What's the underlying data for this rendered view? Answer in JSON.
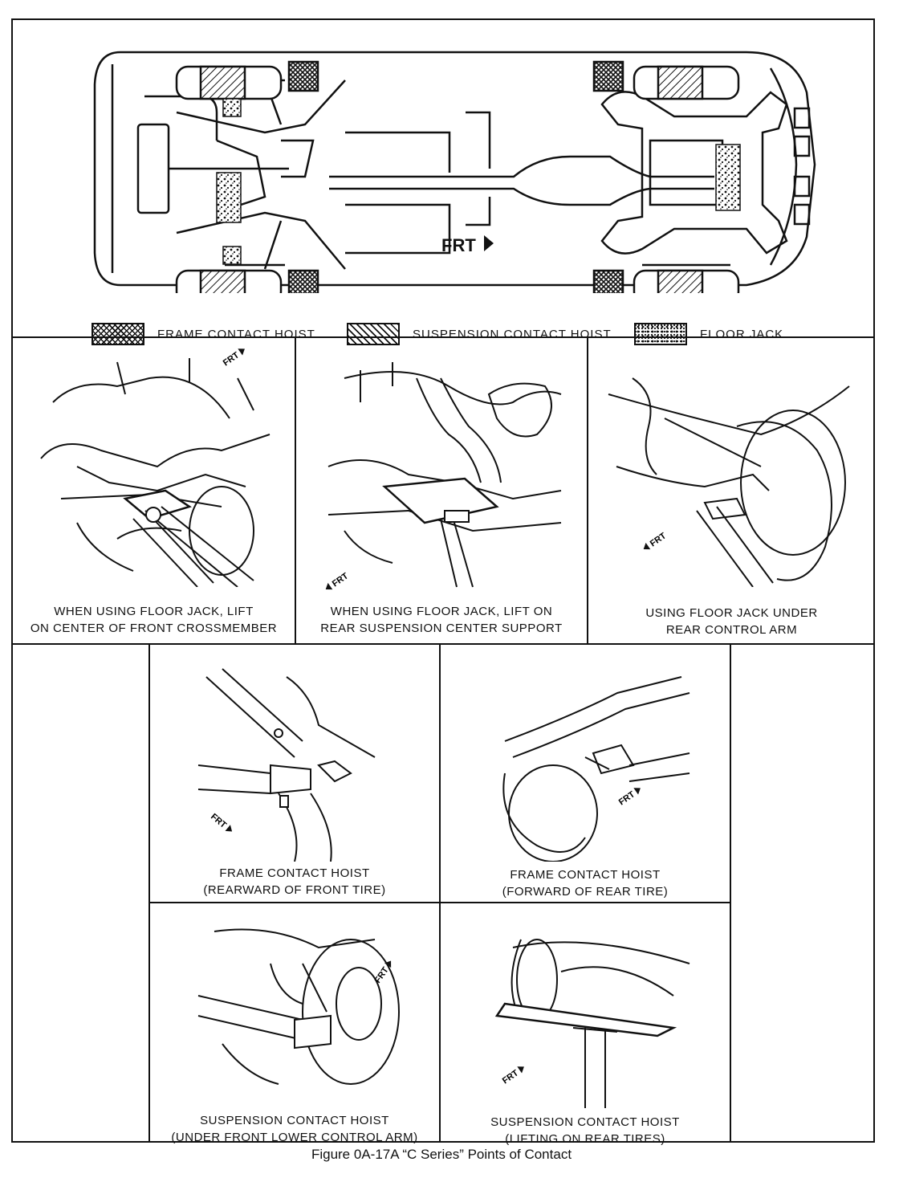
{
  "legend": {
    "frame_contact": "FRAME CONTACT HOIST",
    "suspension_contact": "SUSPENSION CONTACT HOIST",
    "floor_jack": "FLOOR JACK"
  },
  "top_view": {
    "front_marker": "FRT"
  },
  "panels": {
    "front_crossmember": {
      "line1": "WHEN USING FLOOR JACK, LIFT",
      "line2": "ON CENTER OF FRONT CROSSMEMBER",
      "marker": "FRT"
    },
    "rear_center_support": {
      "line1": "WHEN USING FLOOR JACK, LIFT ON",
      "line2": "REAR SUSPENSION CENTER SUPPORT",
      "marker": "FRT"
    },
    "rear_control_arm": {
      "line1": "USING FLOOR JACK UNDER",
      "line2": "REAR CONTROL ARM",
      "marker": "FRT"
    },
    "frame_rearward_front": {
      "line1": "FRAME CONTACT HOIST",
      "line2": "(REARWARD OF FRONT TIRE)",
      "marker": "FRT"
    },
    "frame_forward_rear": {
      "line1": "FRAME CONTACT HOIST",
      "line2": "(FORWARD OF REAR TIRE)",
      "marker": "FRT"
    },
    "susp_front_lower_arm": {
      "line1": "SUSPENSION CONTACT HOIST",
      "line2": "(UNDER FRONT LOWER CONTROL ARM)",
      "marker": "FRT"
    },
    "susp_rear_tires": {
      "line1": "SUSPENSION CONTACT HOIST",
      "line2": "(LIFTING ON REAR TIRES)",
      "marker": "FRT"
    }
  },
  "figure_caption": "Figure 0A-17A “C Series” Points of Contact"
}
